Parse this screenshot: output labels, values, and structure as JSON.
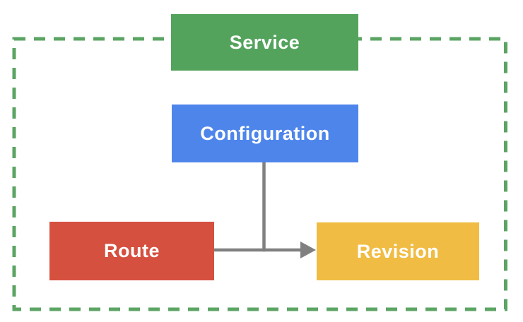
{
  "diagram": {
    "border_color": "#5BA463",
    "connector_color": "#808080",
    "text_color": "#FFFFFF",
    "nodes": [
      {
        "id": "service",
        "label": "Service",
        "color": "#53A35C"
      },
      {
        "id": "configuration",
        "label": "Configuration",
        "color": "#4E85EB"
      },
      {
        "id": "route",
        "label": "Route",
        "color": "#D5503F"
      },
      {
        "id": "revision",
        "label": "Revision",
        "color": "#F0BC43"
      }
    ],
    "edges": [
      {
        "from": "route",
        "to": "revision",
        "style": "arrow"
      },
      {
        "from": "configuration",
        "to": "route-revision-arrow",
        "style": "line"
      }
    ]
  }
}
